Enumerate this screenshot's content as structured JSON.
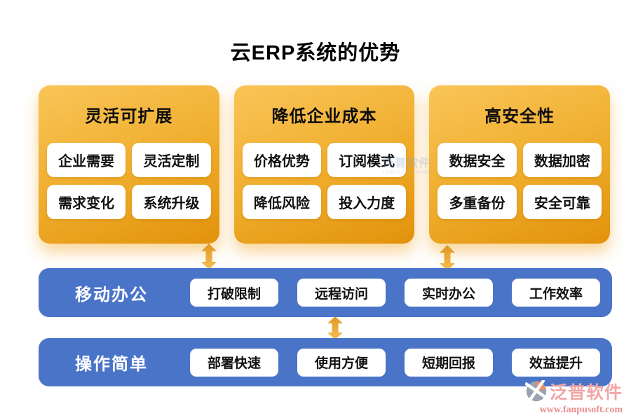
{
  "title": "云ERP系统的优势",
  "cards": [
    {
      "title": "灵活可扩展",
      "items": [
        "企业需要",
        "灵活定制",
        "需求变化",
        "系统升级"
      ]
    },
    {
      "title": "降低企业成本",
      "items": [
        "价格优势",
        "订阅模式",
        "降低风险",
        "投入力度"
      ]
    },
    {
      "title": "高安全性",
      "items": [
        "数据安全",
        "数据加密",
        "多重备份",
        "安全可靠"
      ]
    }
  ],
  "bars": [
    {
      "label": "移动办公",
      "items": [
        "打破限制",
        "远程访问",
        "实时办公",
        "工作效率"
      ]
    },
    {
      "label": "操作简单",
      "items": [
        "部署快速",
        "使用方便",
        "短期回报",
        "效益提升"
      ]
    }
  ],
  "watermark": {
    "name": "泛普软件",
    "caption": "FANPU SOFTWARE"
  },
  "branding": {
    "name": "泛普软件",
    "url": "www.fanpusoft.com"
  },
  "colors": {
    "card_gradient_top": "#F9C558",
    "card_gradient_bottom": "#E2920B",
    "bar_blue": "#4A74C8",
    "arrow_orange_dark": "#E0961F",
    "arrow_orange_light": "#F6BF55",
    "brand_pink": "#F2A6A6"
  }
}
